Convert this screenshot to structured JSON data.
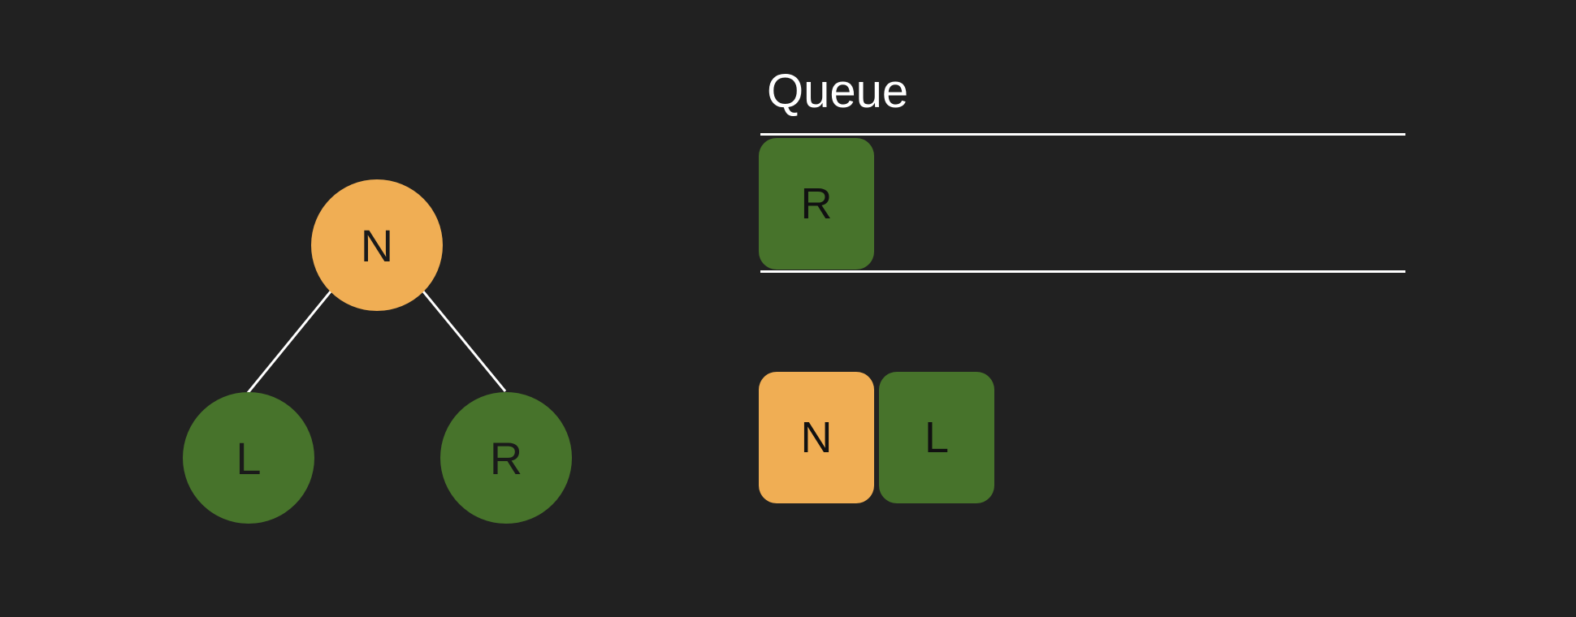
{
  "colors": {
    "background": "#212121",
    "visited_node": "#f0ae54",
    "queued_node": "#47732b",
    "edge": "#ffffff",
    "label_text": "#1a1a1a"
  },
  "tree": {
    "root": {
      "label": "N",
      "color": "#f0ae54"
    },
    "left": {
      "label": "L",
      "color": "#47732b"
    },
    "right": {
      "label": "R",
      "color": "#47732b"
    }
  },
  "queue": {
    "title": "Queue",
    "items": [
      {
        "label": "R",
        "color": "#47732b"
      }
    ]
  },
  "output": {
    "items": [
      {
        "label": "N",
        "color": "#f0ae54"
      },
      {
        "label": "L",
        "color": "#47732b"
      }
    ]
  }
}
